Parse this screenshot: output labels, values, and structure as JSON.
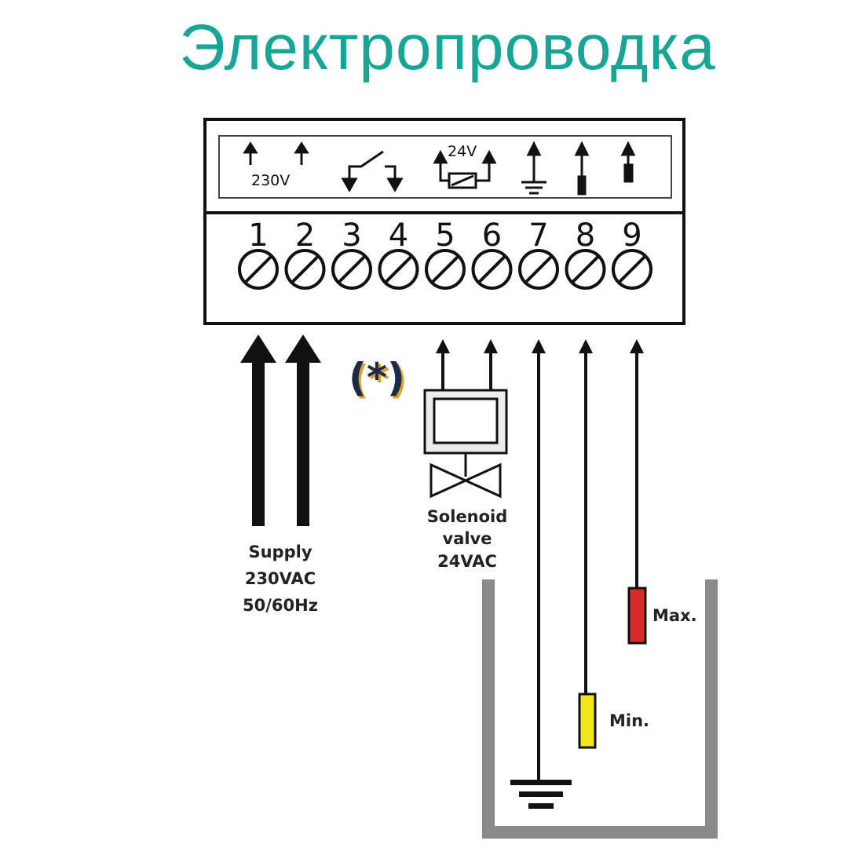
{
  "title": "Электропроводка",
  "panel": {
    "voltage_label_top": "230V",
    "voltage_label_24": "24V"
  },
  "terminals": [
    "1",
    "2",
    "3",
    "4",
    "5",
    "6",
    "7",
    "8",
    "9"
  ],
  "note_marker": "(*)",
  "supply": {
    "line1": "Supply",
    "line2": "230VAC",
    "line3": "50/60Hz"
  },
  "solenoid": {
    "line1": "Solenoid",
    "line2": "valve",
    "line3": "24VAC"
  },
  "probes": {
    "max_label": "Max.",
    "min_label": "Min."
  },
  "colors": {
    "title": "#17a596",
    "max_probe": "#d92b2b",
    "min_probe": "#f2e61a",
    "tank": "#8a8a8a",
    "marker_paren": "#1e2a4a",
    "marker_shadow": "#e0a020"
  }
}
